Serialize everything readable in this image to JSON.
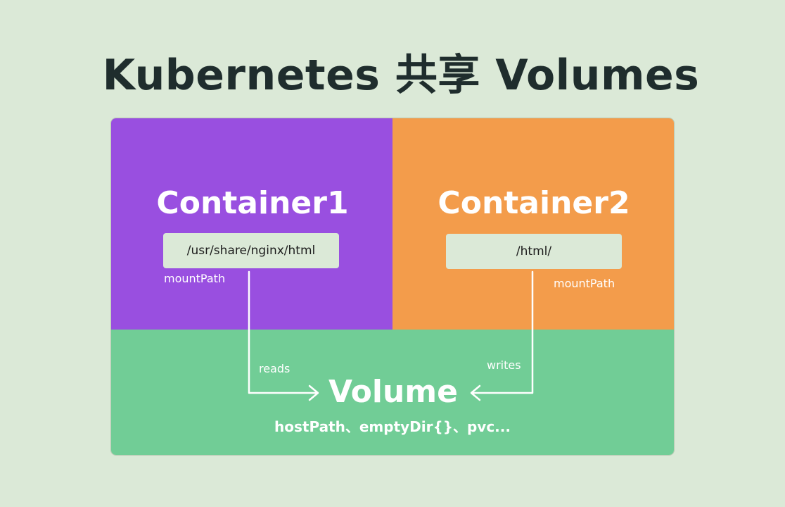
{
  "title": "Kubernetes 共享 Volumes",
  "container1": {
    "title": "Container1",
    "path": "/usr/share/nginx/html",
    "mount_label": "mountPath",
    "color": "#994fe0"
  },
  "container2": {
    "title": "Container2",
    "path": "/html/",
    "mount_label": "mountPath",
    "color": "#f39c4b"
  },
  "volume": {
    "title": "Volume",
    "types": "hostPath、emptyDir{}、pvc...",
    "color": "#71cd96"
  },
  "flows": {
    "reads_label": "reads",
    "writes_label": "writes"
  },
  "colors": {
    "background": "#dbe9d7",
    "title_text": "#1f2d2d",
    "connector": "#ffffff"
  }
}
